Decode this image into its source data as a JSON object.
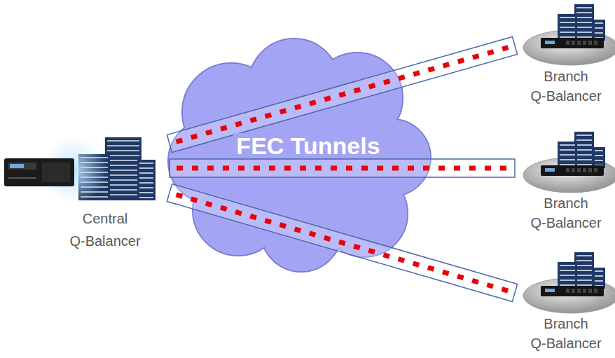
{
  "diagram": {
    "nodes": [
      {
        "text": [
          "Central Q-Balancer"
        ]
      },
      {
        "text": [
          "Branch Q-Balancer"
        ]
      },
      {
        "text": [
          "Branch Q-Balancer"
        ]
      },
      {
        "text": [
          "Branch Q-Balancer"
        ]
      }
    ],
    "edges": [
      {
        "from": 0,
        "to": 1,
        "arrow": "none"
      },
      {
        "from": 0,
        "to": 2,
        "arrow": "none"
      },
      {
        "from": 0,
        "to": 3,
        "arrow": "none"
      }
    ],
    "labels": [
      "FEC Tunnels"
    ]
  }
}
